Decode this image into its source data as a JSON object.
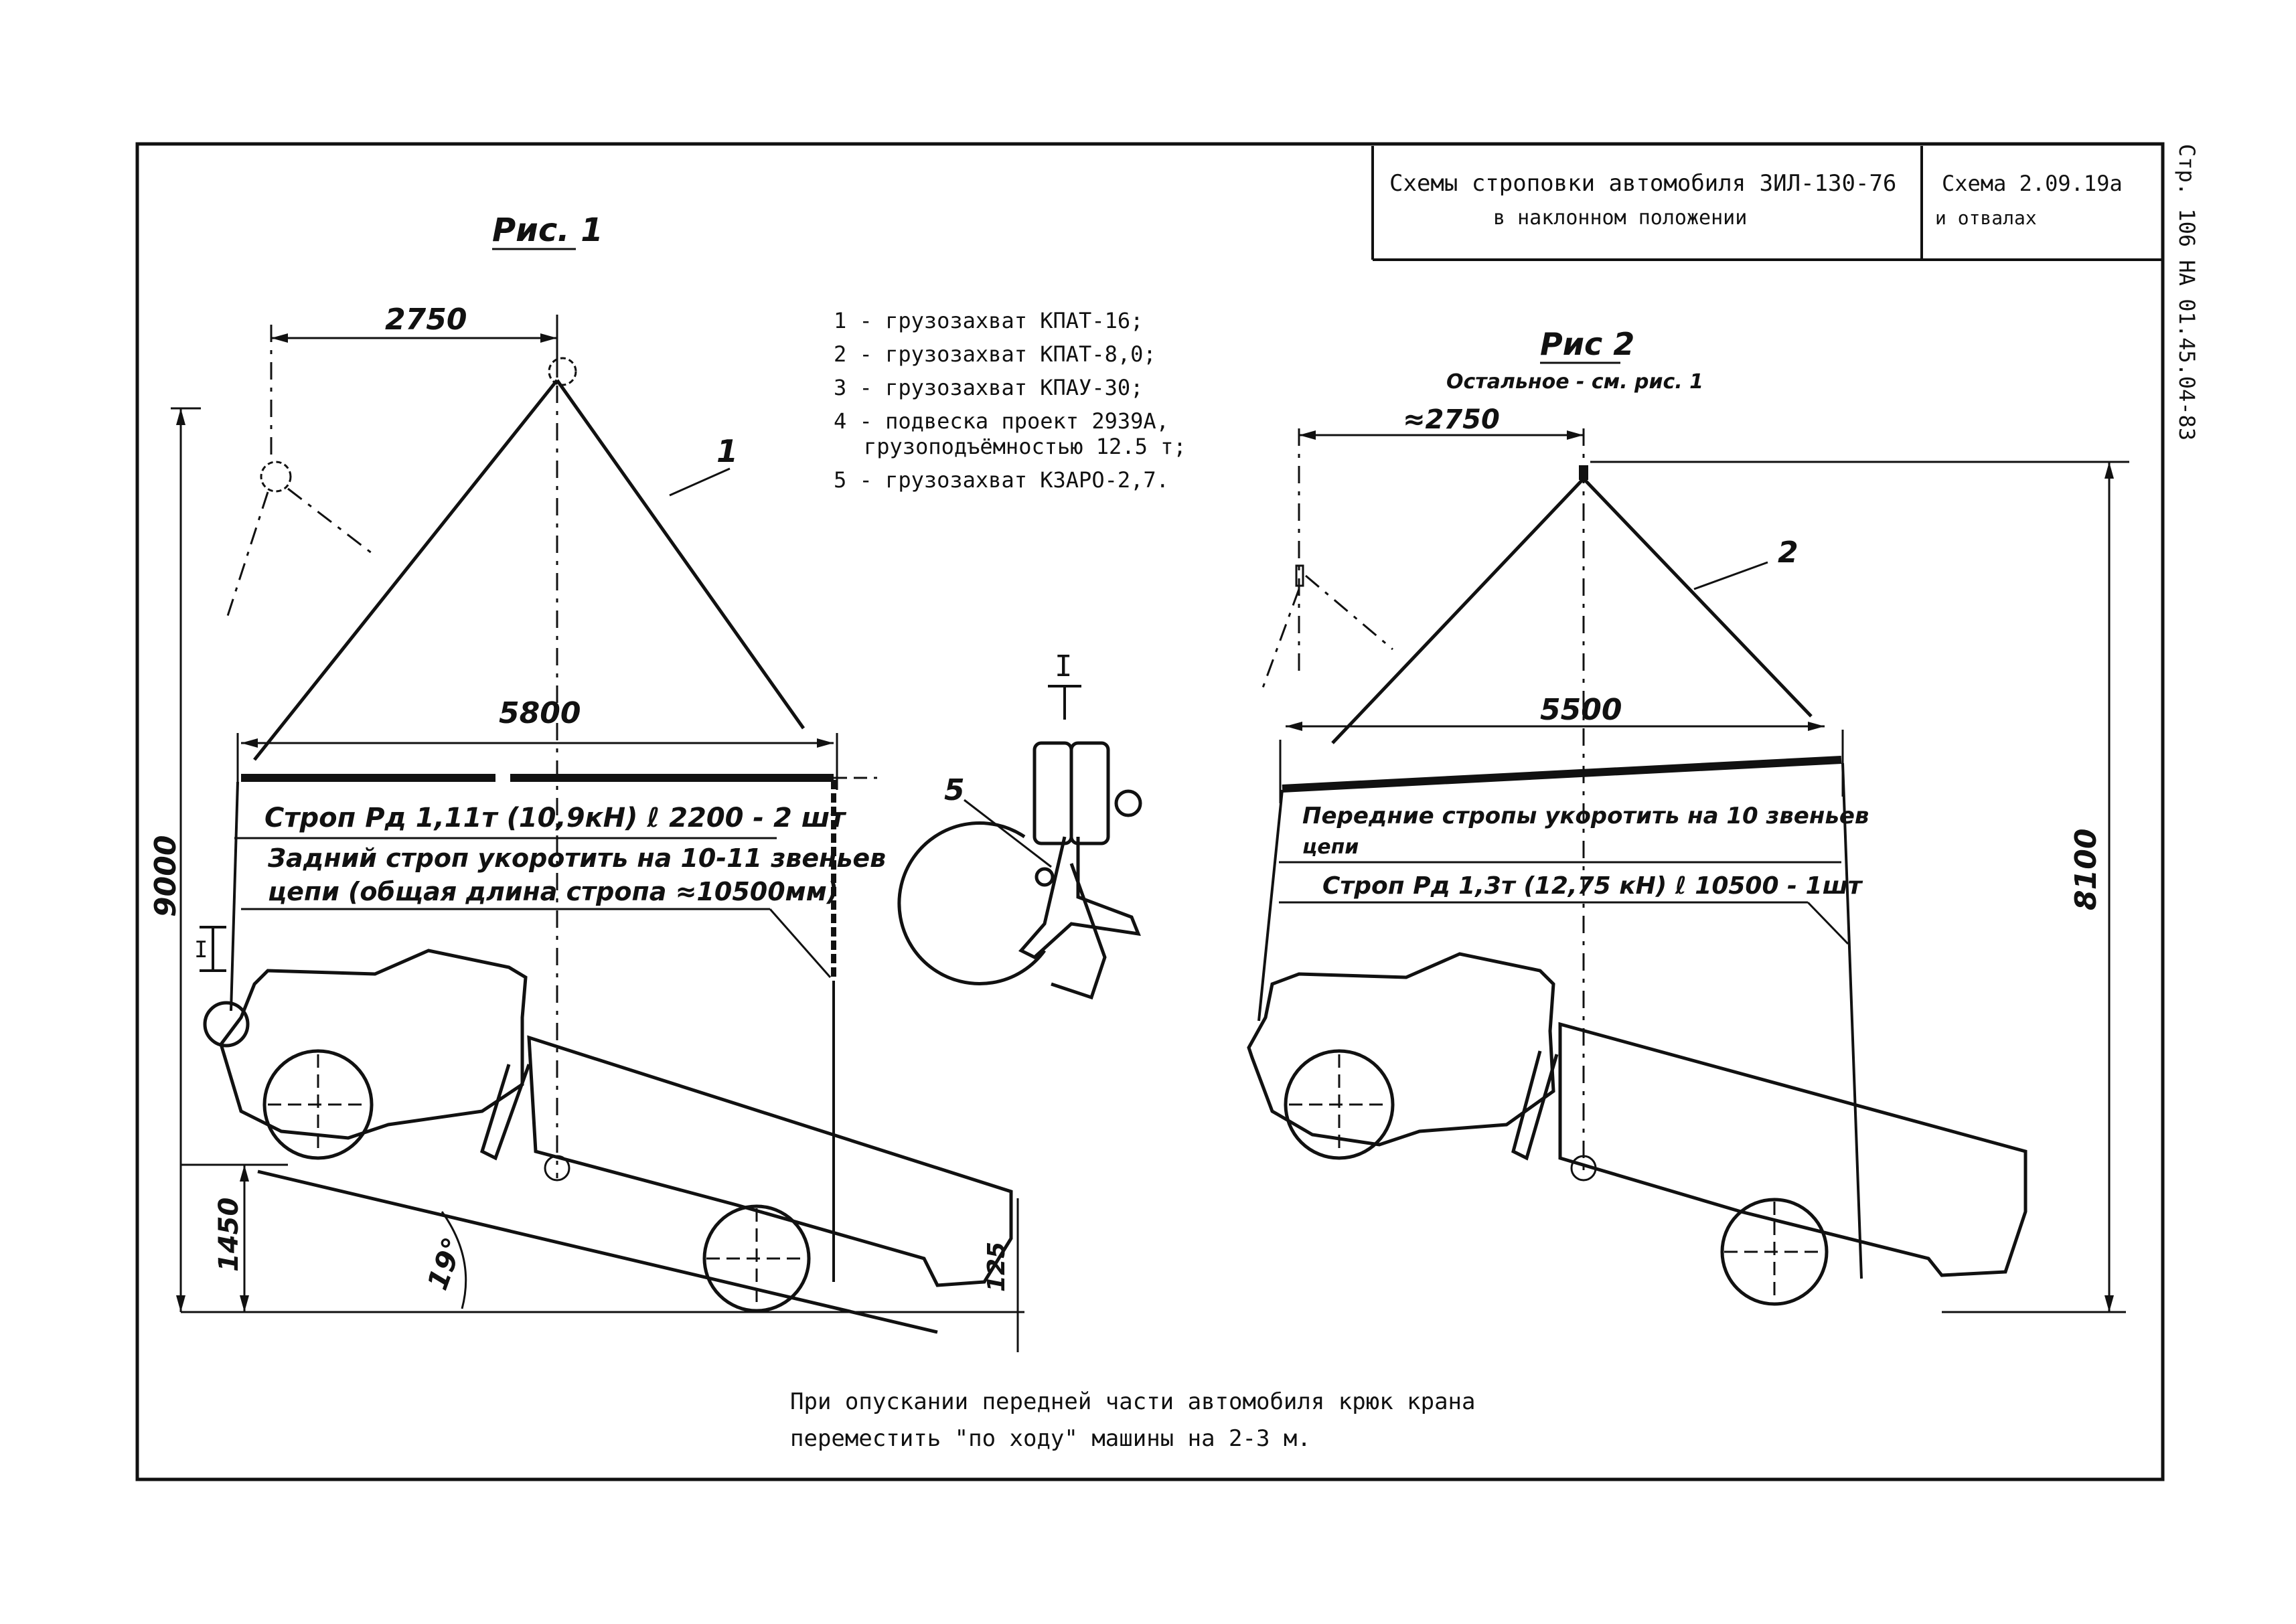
{
  "title_block": {
    "title_line1": "Схемы строповки автомобиля ЗИЛ-130-76",
    "title_line2": "в наклонном положении",
    "scheme_line1": "Схема 2.09.19а",
    "scheme_line2": "и отвалах",
    "side_stamp": "Стр. 106  НА 01.45.04-83"
  },
  "fig1": {
    "label": "Рис. 1",
    "dim_top": "2750",
    "dim_beam": "5800",
    "dim_height": "9000",
    "dim_low": "1450",
    "dim_125": "125",
    "angle": "19°",
    "callout_1": "1",
    "callout_I": "I",
    "note_line1": "Строп Рд 1,11т (10,9кН) ℓ 2200 - 2 шт",
    "note_line2": "Задний строп укоротить на 10-11 звеньев",
    "note_line3": "цепи (общая длина стропа ≈10500мм)"
  },
  "fig2": {
    "label": "Рис 2",
    "sublabel": "Остальное - см. рис. 1",
    "dim_top": "≈2750",
    "dim_beam": "5500",
    "dim_height": "8100",
    "callout_2": "2",
    "note_line1": "Передние стропы укоротить на 10 звеньев",
    "note_line2": "цепи",
    "note_line3": "Строп Рд 1,3т (12,75 кН) ℓ 10500 - 1шт"
  },
  "detail": {
    "label": "I",
    "callout_5": "5"
  },
  "legend": [
    "1 - грузозахват КПАТ-16;",
    "2 - грузозахват КПАТ-8,0;",
    "3 - грузозахват КПАУ-30;",
    "4 - подвеска проект 2939А,",
    "грузоподъёмностью 12.5 т;",
    "5 - грузозахват КЗАРО-2,7."
  ],
  "footer_note": [
    "При опускании передней части автомобиля крюк крана",
    "переместить \"по ходу\" машины на 2-3 м."
  ]
}
